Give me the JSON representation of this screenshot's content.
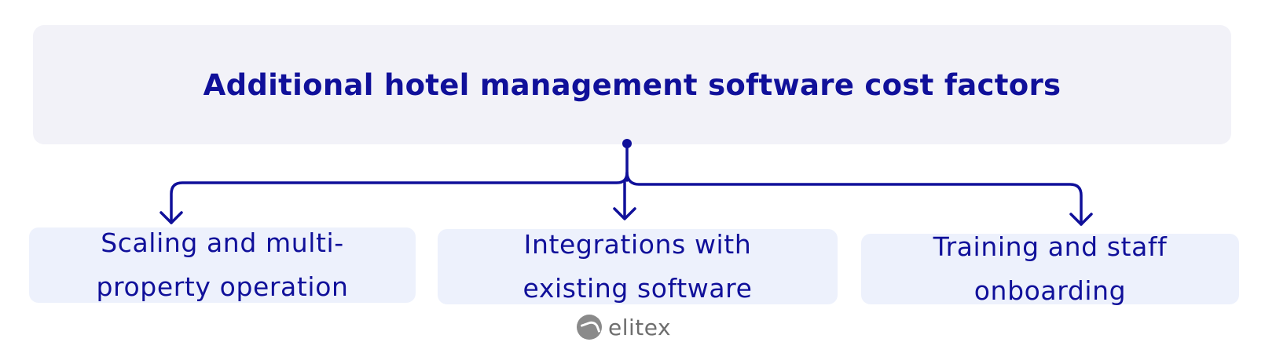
{
  "diagram": {
    "title": "Additional hotel management software cost factors",
    "factors": [
      {
        "line1": "Scaling and multi-",
        "line2": "property operation"
      },
      {
        "line1": "Integrations with",
        "line2": "existing software"
      },
      {
        "line1": "Training and staff",
        "line2": "onboarding"
      }
    ]
  },
  "brand": {
    "logo_text": "elitex",
    "accent_color": "#10109a"
  }
}
